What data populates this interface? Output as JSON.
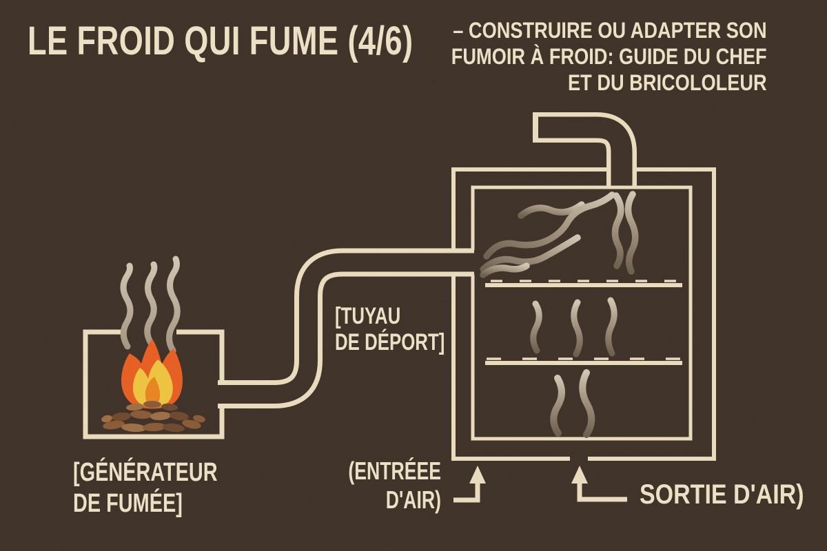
{
  "header": {
    "title": "LE FROID QUI FUME",
    "counter": "(4/6)",
    "subtitle_lines": [
      "– CONSTRUIRE OU ADAPTER SON",
      "FUMOIR À FROID: GUIDE DU CHEF",
      "ET DU BRICOLOLEUR"
    ]
  },
  "diagram": {
    "pipe_label": {
      "line1": "[TUYAU",
      "line2": "DE DÉPORT]"
    },
    "generator_label": {
      "line1": "[GÉNÉRATEUR",
      "line2": "DE FUMÉE]"
    },
    "air_inlet_label": {
      "line1": "(ENTRÉEE",
      "line2": "D'AIR)"
    },
    "air_outlet_label": "SORTIE D'AIR)"
  },
  "colors": {
    "bg": "#3a2e25",
    "cream": "#e9dcbd",
    "text": "#ece0c4",
    "flame-orange": "#e65c1f",
    "flame-yellow": "#edc33d",
    "flame-core": "#e8821e",
    "wood-light": "#9c6c42",
    "wood-mid": "#875834",
    "wood-dark": "#6d462b",
    "smoke-light": "#cfc3b1",
    "smoke-mid": "#a3957f",
    "smoke-dark": "#6b5d4c"
  }
}
